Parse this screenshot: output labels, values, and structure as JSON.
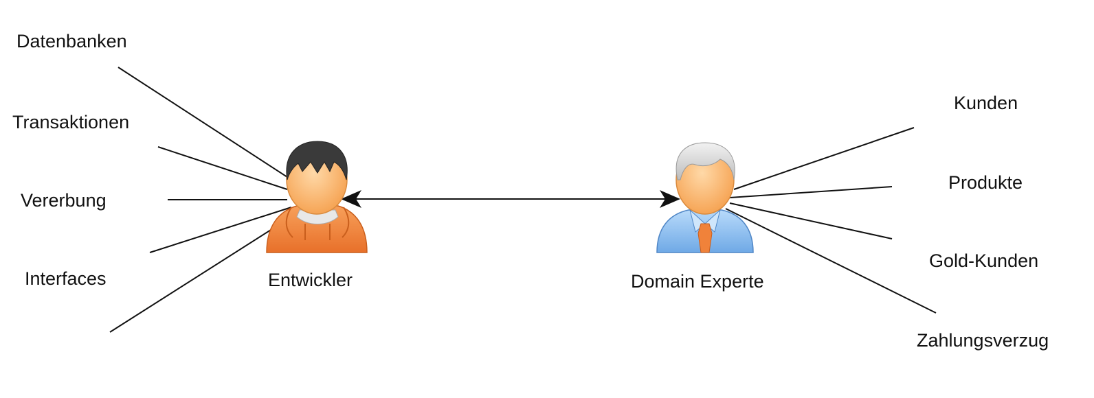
{
  "diagram": {
    "left_concepts": [
      "Datenbanken",
      "Transaktionen",
      "Vererbung",
      "Interfaces"
    ],
    "right_concepts": [
      "Kunden",
      "Produkte",
      "Gold-Kunden",
      "Zahlungsverzug"
    ],
    "developer": {
      "label": "Entwickler",
      "icon": "developer-person-icon",
      "shirt_color": "#f0823a"
    },
    "domain_expert": {
      "label": "Domain Experte",
      "icon": "domain-expert-person-icon",
      "shirt_color": "#8fc0ef",
      "tie_color": "#f0823a"
    },
    "connection": {
      "type": "bidirectional-arrow"
    }
  }
}
